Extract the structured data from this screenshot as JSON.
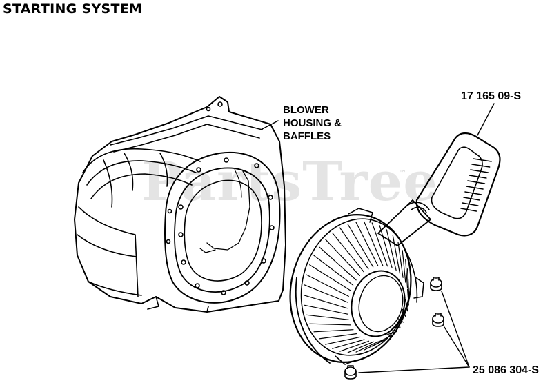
{
  "page_title": "STARTING SYSTEM",
  "callouts": {
    "blower_line1": "BLOWER",
    "blower_line2": "HOUSING &",
    "blower_line3": "BAFFLES",
    "handle_part": "17 165 09-S",
    "nut_part": "25 086 304-S"
  },
  "watermark": {
    "text": "PartsTree",
    "mark": "™"
  },
  "colors": {
    "ink": "#000000",
    "paper": "#ffffff"
  }
}
